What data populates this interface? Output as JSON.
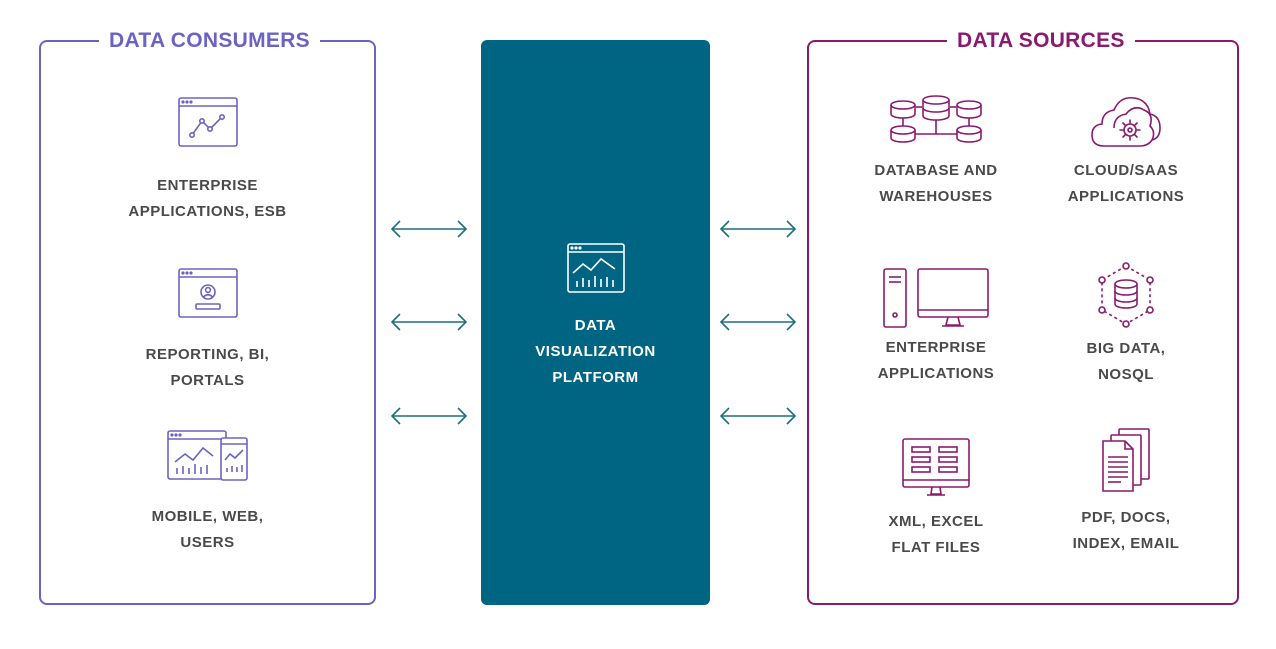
{
  "consumers": {
    "title": "DATA CONSUMERS",
    "items": [
      {
        "icon": "line-chart-window-icon",
        "lines": [
          "ENTERPRISE",
          "APPLICATIONS, ESB"
        ]
      },
      {
        "icon": "user-portal-window-icon",
        "lines": [
          "REPORTING, BI,",
          "PORTALS"
        ]
      },
      {
        "icon": "desktop-mobile-charts-icon",
        "lines": [
          "MOBILE, WEB,",
          "USERS"
        ]
      }
    ]
  },
  "platform": {
    "icon": "dashboard-chart-icon",
    "lines": [
      "DATA",
      "VISUALIZATION",
      "PLATFORM"
    ]
  },
  "sources": {
    "title": "DATA SOURCES",
    "items": [
      {
        "icon": "database-cluster-icon",
        "lines": [
          "DATABASE AND",
          "WAREHOUSES"
        ]
      },
      {
        "icon": "cloud-gear-icon",
        "lines": [
          "CLOUD/SAAS",
          "APPLICATIONS"
        ]
      },
      {
        "icon": "desktop-computer-icon",
        "lines": [
          "ENTERPRISE",
          "APPLICATIONS"
        ]
      },
      {
        "icon": "big-data-network-icon",
        "lines": [
          "BIG DATA,",
          "NOSQL"
        ]
      },
      {
        "icon": "spreadsheet-monitor-icon",
        "lines": [
          "XML, EXCEL",
          "FLAT FILES"
        ]
      },
      {
        "icon": "document-stack-icon",
        "lines": [
          "PDF, DOCS,",
          "INDEX, EMAIL"
        ]
      }
    ]
  },
  "colors": {
    "consumers_accent": "#6b63c4",
    "sources_accent": "#8a1a6e",
    "platform_fill": "#006583",
    "arrow": "#1b6f7e",
    "label_text": "#4a4a4a"
  }
}
